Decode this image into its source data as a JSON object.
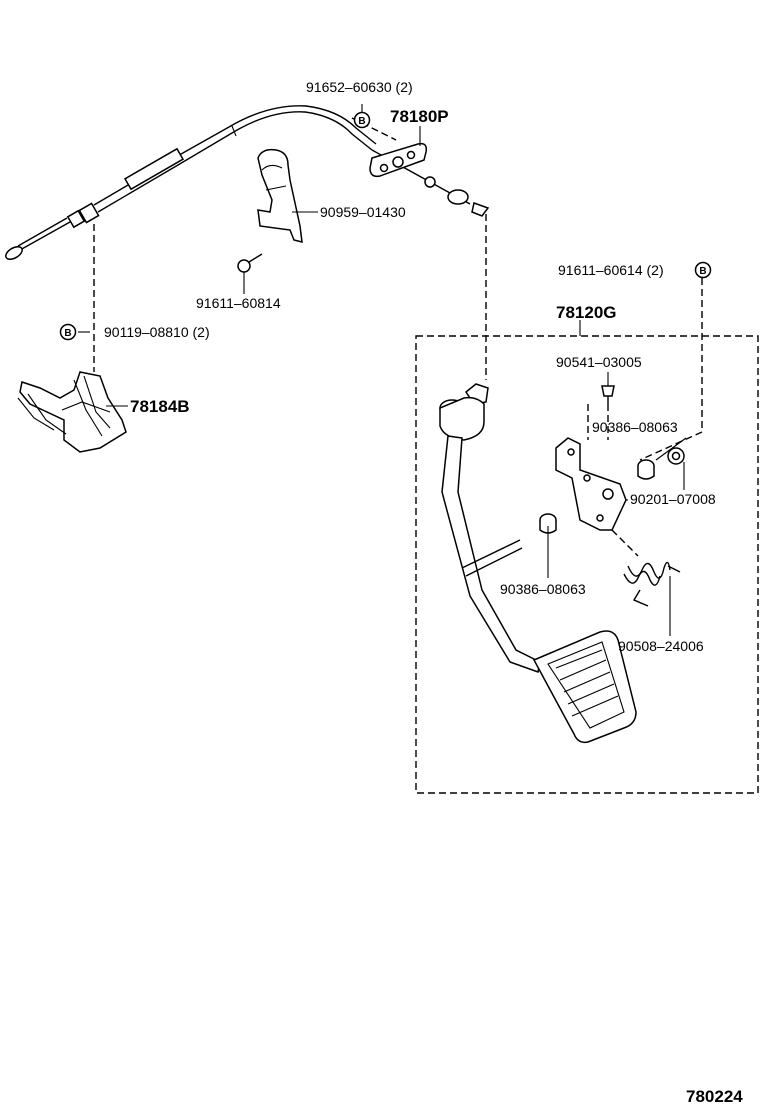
{
  "parts": {
    "p91652": "91652–60630 (2)",
    "p78180P": "78180P",
    "p90959": "90959–01430",
    "p91611_60814": "91611–60814",
    "p90119": "90119–08810 (2)",
    "p78184B": "78184B",
    "p91611_60614": "91611–60614 (2)",
    "p78120G": "78120G",
    "p90541": "90541–03005",
    "p90386a": "90386–08063",
    "p90201": "90201–07008",
    "p90386b": "90386–08063",
    "p90508": "90508–24006"
  },
  "marker_letter": "B",
  "figure_id": "780224"
}
